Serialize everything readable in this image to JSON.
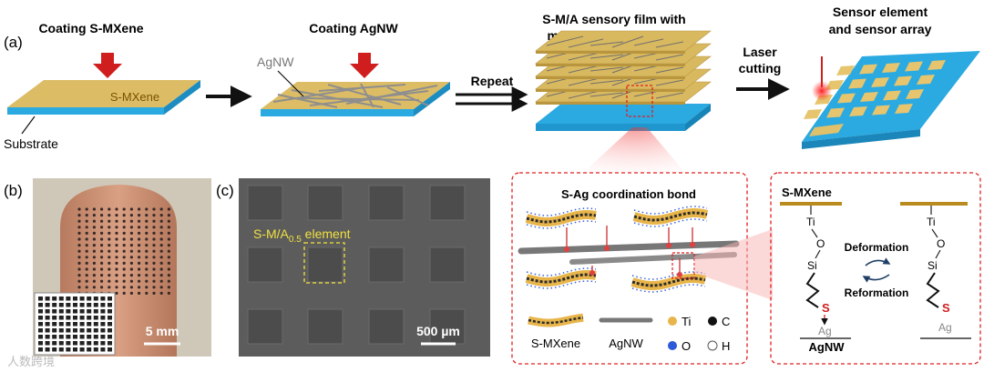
{
  "panels": {
    "a": "(a)",
    "b": "(b)",
    "c": "(c)"
  },
  "step1": {
    "title": "Coating S-MXene",
    "layer": "S-MXene",
    "substrate": "Substrate"
  },
  "step2": {
    "title": "Coating AgNW",
    "label": "AgNW"
  },
  "repeat": "Repeat",
  "step3": {
    "title_line1": "S-M/A sensory film with",
    "title_line2": "multilayered structure"
  },
  "laser": {
    "line1": "Laser",
    "line2": "cutting"
  },
  "step4": {
    "title_line1": "Sensor element",
    "title_line2": "and sensor array"
  },
  "photo": {
    "scale": "5 mm"
  },
  "sem": {
    "element_prefix": "S-M/A",
    "element_sub": "0.5",
    "element_suffix": " element",
    "scale": "500 µm"
  },
  "bond": {
    "title": "S-Ag coordination bond",
    "legend": {
      "smxene": "S-MXene",
      "agnw": "AgNW",
      "ti": "Ti",
      "c": "C",
      "o": "O",
      "h": "H"
    }
  },
  "mech": {
    "smxene": "S-MXene",
    "ti": "Ti",
    "o": "O",
    "si": "Si",
    "s": "S",
    "ag": "Ag",
    "agnw": "AgNW",
    "deformation": "Deformation",
    "reformation": "Reformation"
  },
  "watermark": "人数跨境",
  "colors": {
    "gold": "#d9b660",
    "blue": "#2aa8e0",
    "red": "#d01e1e",
    "arrow": "#111111"
  }
}
